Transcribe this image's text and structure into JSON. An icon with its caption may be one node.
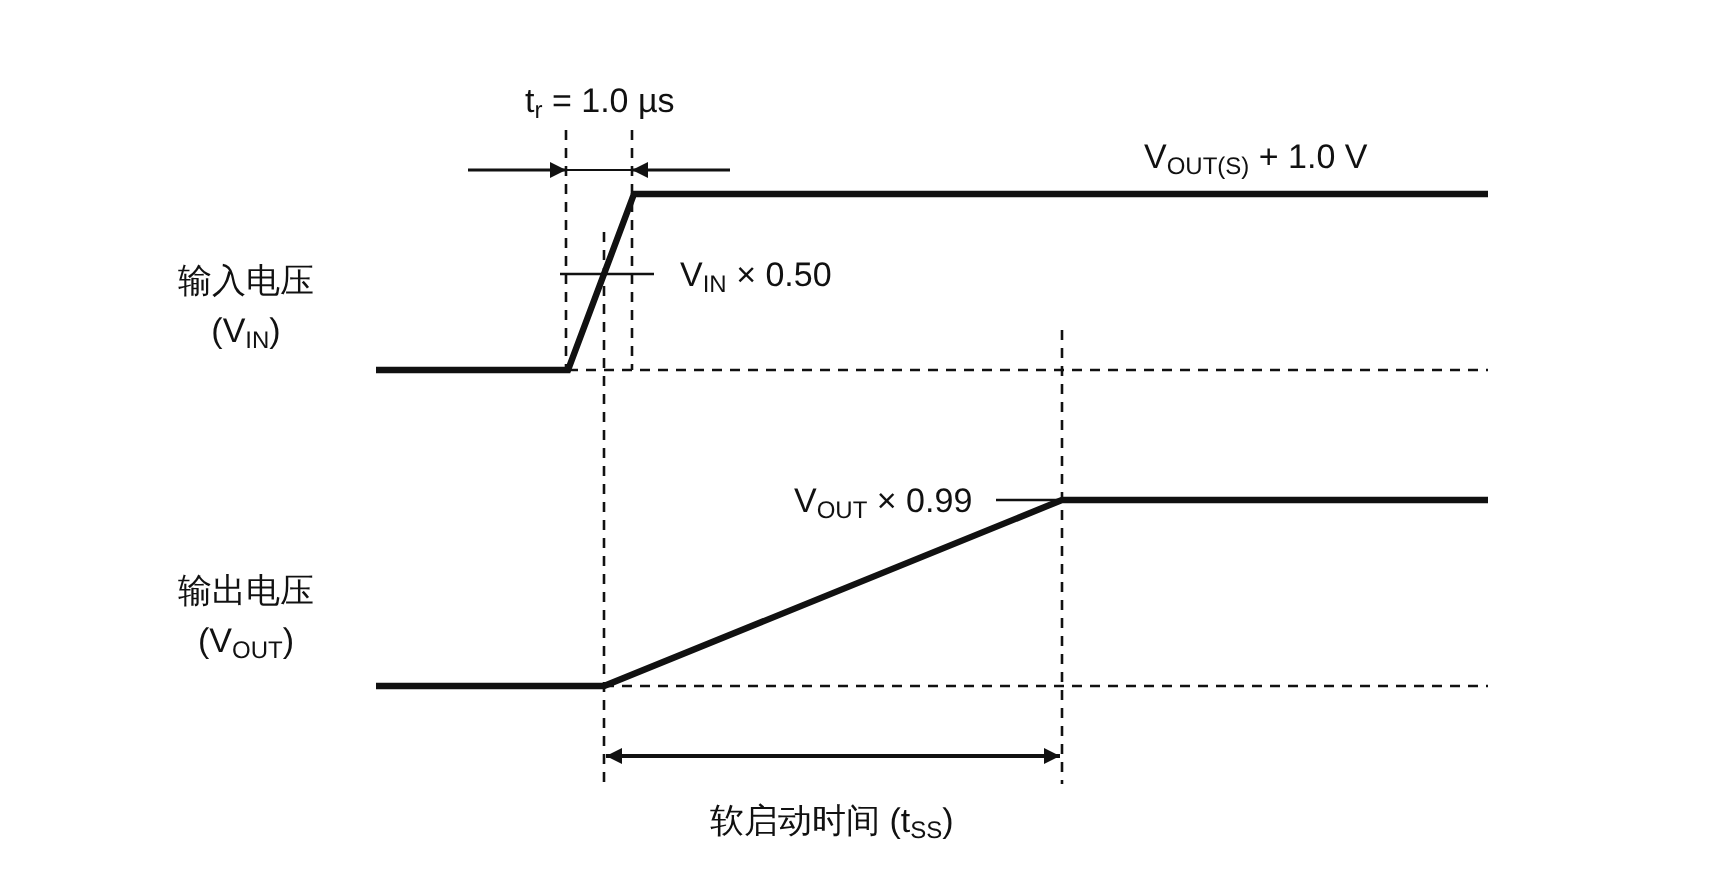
{
  "diagram": {
    "labels": [
      "t$_{r}$ = 1.0 µs",
      "V$_{OUT(S)}$ + 1.0 V",
      "输入电压 (V$_{IN}$)",
      "V$_{IN}$ × 0.50",
      "V$_{OUT}$ × 0.99",
      "输出电压 (V$_{OUT}$)",
      "软启动时间 (t$_{SS}$)"
    ]
  }
}
